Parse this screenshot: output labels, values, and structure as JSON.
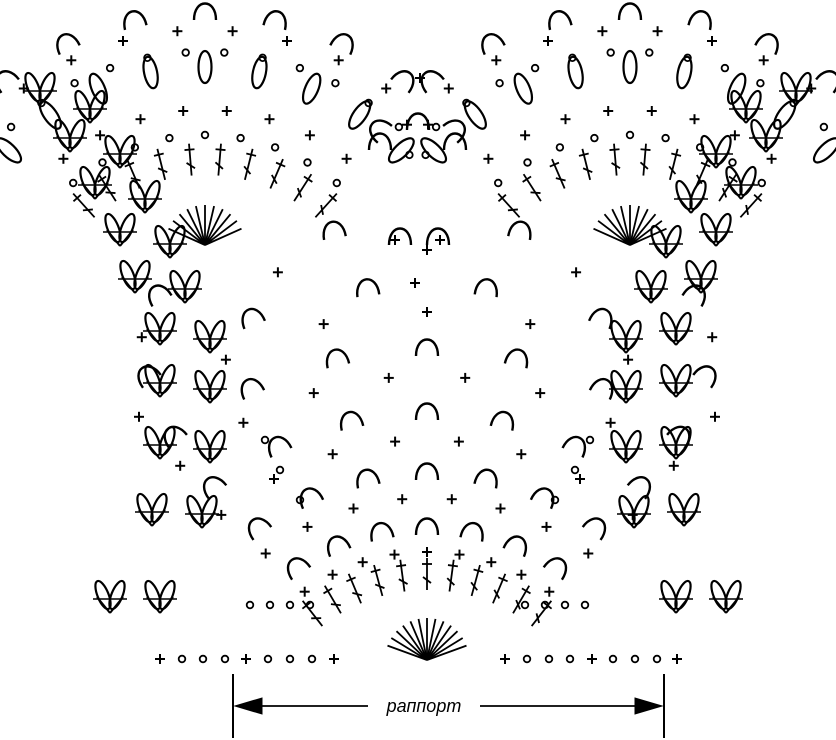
{
  "diagram": {
    "rapport_label": "раппорт"
  },
  "colors": {
    "ink": "#000000",
    "background": "#ffffff"
  },
  "symbols": {
    "chain": "ch-circle",
    "single_crochet": "plus",
    "double_crochet": "crossed-stem",
    "cluster": "petal-loop",
    "arch": "chain-arch"
  }
}
